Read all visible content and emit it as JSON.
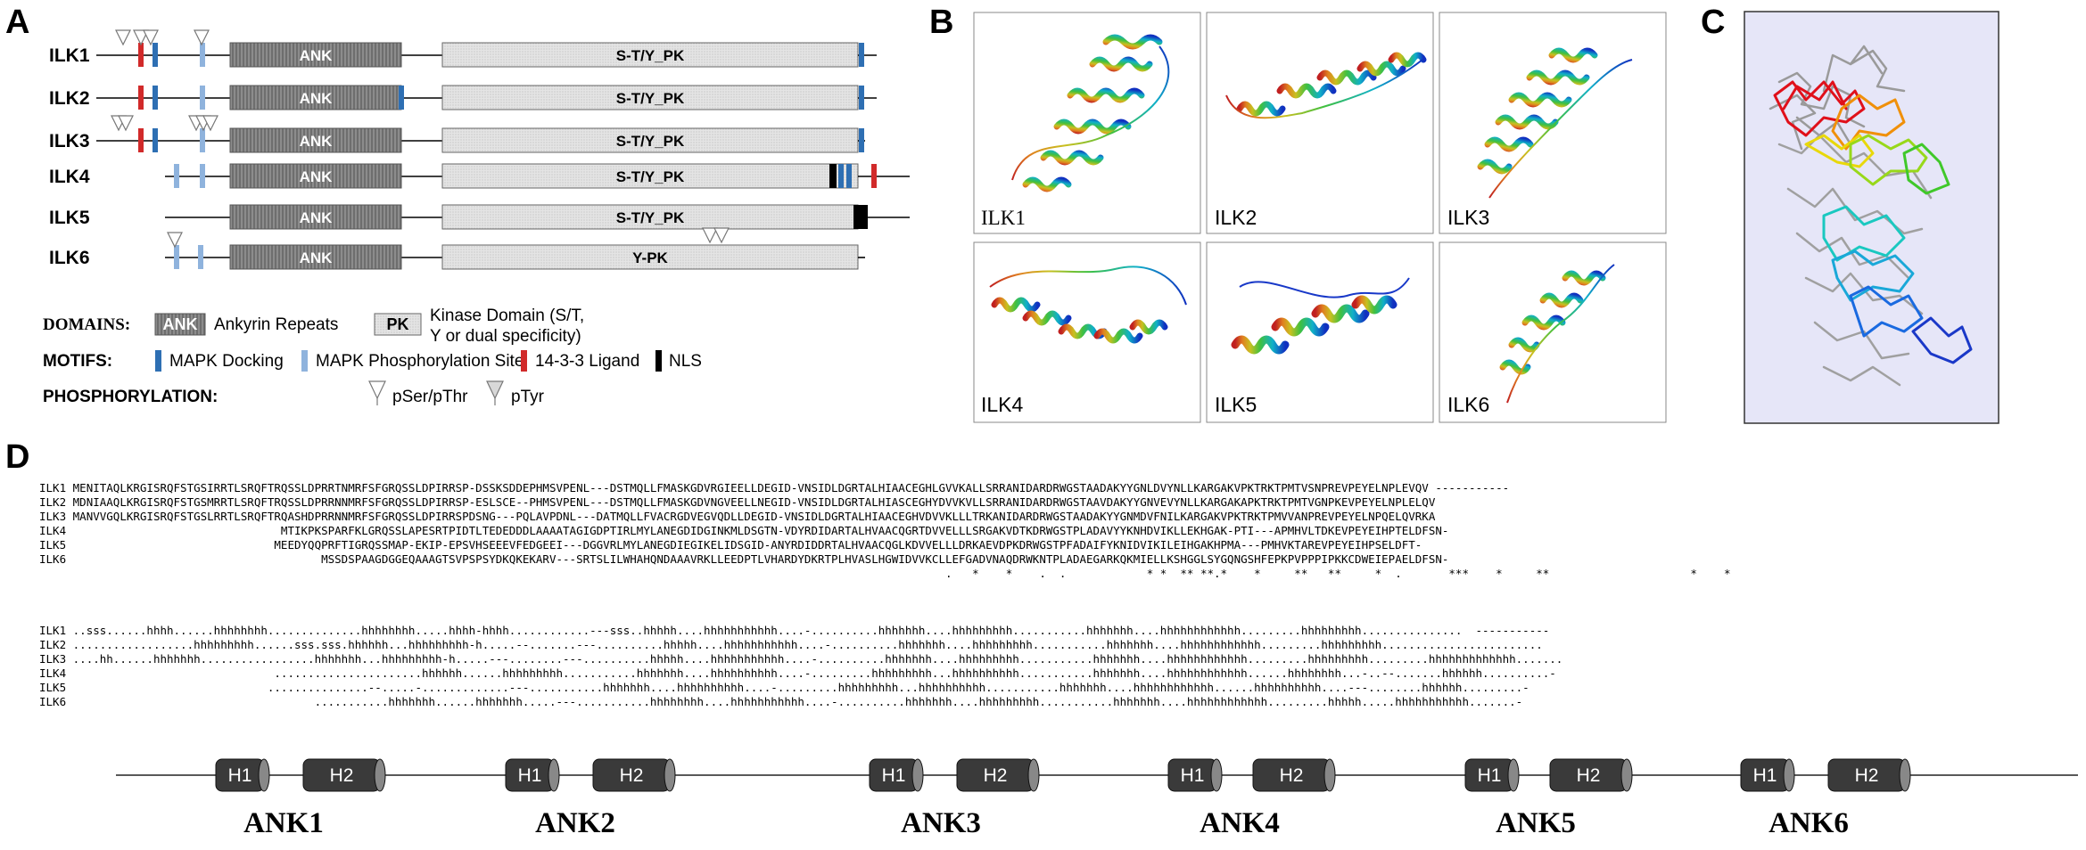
{
  "panels": {
    "a": "A",
    "b": "B",
    "c": "C",
    "d": "D"
  },
  "panel_a": {
    "rows": [
      {
        "name": "ILK1",
        "ank": "ANK",
        "kinase": "S-T/Y_PK"
      },
      {
        "name": "ILK2",
        "ank": "ANK",
        "kinase": "S-T/Y_PK"
      },
      {
        "name": "ILK3",
        "ank": "ANK",
        "kinase": "S-T/Y_PK"
      },
      {
        "name": "ILK4",
        "ank": "ANK",
        "kinase": "S-T/Y_PK"
      },
      {
        "name": "ILK5",
        "ank": "ANK",
        "kinase": "S-T/Y_PK"
      },
      {
        "name": "ILK6",
        "ank": "ANK",
        "kinase": "Y-PK"
      }
    ],
    "legend": {
      "domains_label": "DOMAINS:",
      "ank_box": "ANK",
      "ank_text": "Ankyrin Repeats",
      "pk_box": "PK",
      "pk_text_1": "Kinase Domain (S/T,",
      "pk_text_2": "Y or dual specificity)",
      "motifs_label": "MOTIFS:",
      "mapk_docking": "MAPK Docking",
      "mapk_phos": "MAPK Phosphorylation Site",
      "ligand": "14-3-3 Ligand",
      "nls": "NLS",
      "phos_label": "PHOSPHORYLATION:",
      "pser": "pSer/pThr",
      "ptyr": "pTyr"
    },
    "colors": {
      "mapk_docking": "#2e6fb3",
      "mapk_phos": "#8fb3dd",
      "ligand": "#d12a2a",
      "nls": "#000000"
    }
  },
  "panel_b": {
    "structures": [
      "ILK1",
      "ILK2",
      "ILK3",
      "ILK4",
      "ILK5",
      "ILK6"
    ]
  },
  "panel_d": {
    "seq_names": [
      "ILK1",
      "ILK2",
      "ILK3",
      "ILK4",
      "ILK5",
      "ILK6"
    ],
    "seqs": [
      "MENITAQLKRGISRQFSTGSIRRTLSRQFTRQSSLDPRRTNMRFSFGRQSSLDPIRRSP-DSSKSDDEPHMSVPENL---DSTMQLLFMASKGDVRGIEELLDEGID-VNSIDLDGRTALHIAACEGHLGVVKALLSRRANIDARDRWGSTAADAKYYGNLDVYNLLKARGAKVPKTRKTPMTVSNPREVPEYELNPLEVQV -----------",
      "MDNIAAQLKRGISRQFSTGSMRRTLSRQFTRQSSLDPRRNNMRFSFGRQSSLDPIRRSP-ESLSCE--PHMSVPENL---DSTMQLLFMASKGDVNGVEELLNEGID-VNSIDLDGRTALHIASCEGHYDVVKVLLSRRANIDARDRWGSTAAVDAKYYGNVEVYNLLKARGAKAPKTRKTPMTVGNPKEVPEYELNPLELQV",
      "MANVVGQLKRGISRQFSTGSLRRTLSRQFTRQASHDPRRNNMRFSFGRQSSLDPIRRSPDSNG---PQLAVPDNL---DATMQLLFVACRGDVEGVQDLLDEGID-VNSIDLDGRTALHIAACEGHVDVVKLLLTRKANIDARDRWGSTAADAKYYGNMDVFNILKARGAKVPKTRKTPMVVANPREVPEYELNPQELQVRKA",
      "                               MTIKPKSPARFKLGRQSSLAPESRTPIDTLTEDEDDDLAAAATAGIGDPTIRLMYLANEGDIDGINKMLDSGTN-VDYRDIDARTALHVAACQGRTDVVELLLSRGAKVDTKDRWGSTPLADAVYYKNHDVIKLLEKHGAK-PTI---APMHVLTDKEVPEYEIHPTELDFSN-",
      "                              MEEDYQQPRFTIGRQSSMAP-EKIP-EPSVHSEEEVFEDGEEI---DGGVRLMYLANEGDIEGIKELIDSGID-ANYRDIDDRTALHVAACQGLKDVVELLLDRKAEVDPKDRWGSTPFADAIFYKNIDVIKILEIHGAKHPMA---PMHVKTAREVPEYEIHPSELDFT-",
      "                                     MSSDSPAAGDGGEQAAAGTSVPSPSYDKQKEKARV---SRTSLILWHAHQNDAAAVRKLLEEDPTLVHARDYDKRTPLHVASLHGWIDVVKCLLEFGADVNAQDRWKNTPLADAEGARKQKMIELLKSHGGLSYGQNGSHFEPKPVPPPIPKKCDWEIEPAELDFSN-"
    ],
    "consensus": "                                                                                                                                  .   *    *    .  .            * *  ** **.*    *     **   **     *  .       ***    *     **                     *    *",
    "ss": [
      "..sss......hhhh......hhhhhhhh..............hhhhhhhh.....hhhh-hhhh............---sss..hhhhh....hhhhhhhhhhh....-..........hhhhhhh....hhhhhhhhh...........hhhhhhh....hhhhhhhhhhhh.........hhhhhhhhh...............  -----------",
      "..................hhhhhhhhh......sss.sss.hhhhhh...hhhhhhhhh-h.....--.......---..........hhhhh....hhhhhhhhhhh....-..........hhhhhhh....hhhhhhhhh...........hhhhhhh....hhhhhhhhhhhh.........hhhhhhhhh........................",
      "....hh......hhhhhhh.................hhhhhhh...hhhhhhhhh-h.....---........---..........hhhhh....hhhhhhhhhhh....-..........hhhhhhh....hhhhhhhhh...........hhhhhhh....hhhhhhhhhhhh.........hhhhhhhhh.........hhhhhhhhhhhhh.......",
      "                              ......................hhhhhh......hhhhhhhhh...........hhhhhhh....hhhhhhhhhh....-.........hhhhhhhhh...hhhhhhhhhh...........hhhhhhh....hhhhhhhhhhhh......hhhhhhhh...-..--.......hhhhhh..........-",
      "                             ...............--.....-.............---...........hhhhhhh....hhhhhhhhhh....-.........hhhhhhhhh...hhhhhhhhhh...........hhhhhhh....hhhhhhhhhhhh......hhhhhhhhhh....---........hhhhhh.........-",
      "                                    ...........hhhhhhh......hhhhhhh.....---...........hhhhhhhh....hhhhhhhhhhh....-..........hhhhhhh....hhhhhhhhh...........hhhhhhh....hhhhhhhhhhhh.........hhhhh.....hhhhhhhhhhh.......-"
    ],
    "helix_labels": [
      "H1",
      "H2"
    ],
    "repeats": [
      "ANK1",
      "ANK2",
      "ANK3",
      "ANK4",
      "ANK5",
      "ANK6"
    ]
  }
}
